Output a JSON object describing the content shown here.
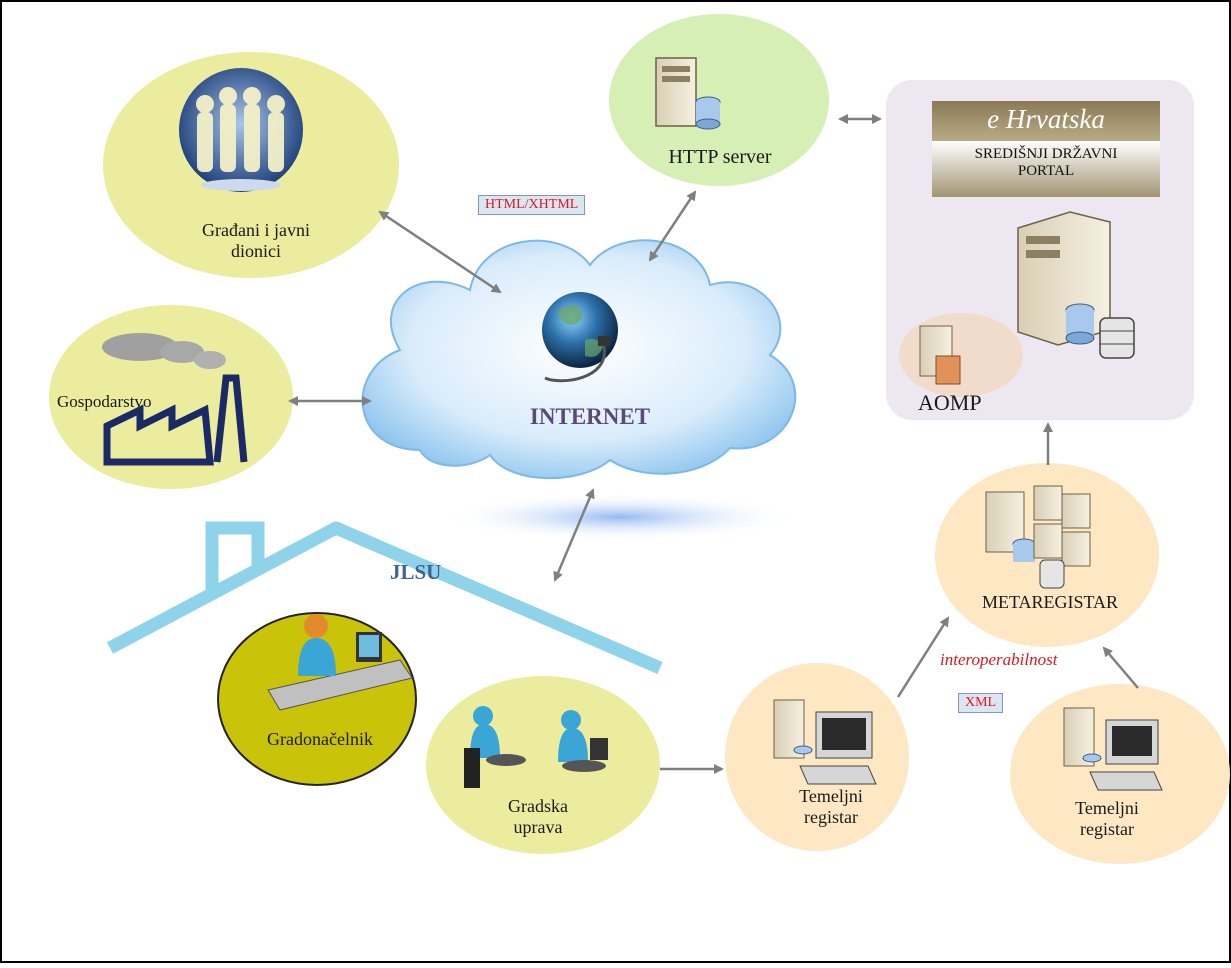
{
  "nodes": {
    "citizens": {
      "label": "Građani i javni dionici"
    },
    "economy": {
      "label": "Gospodarstvo"
    },
    "internet": {
      "label": "INTERNET"
    },
    "http": {
      "label": "HTTP server"
    },
    "portal": {
      "title": "e Hrvatska",
      "subtitle": "SREDIŠNJI DRŽAVNI PORTAL"
    },
    "aomp": {
      "label": "AOMP"
    },
    "jlsu": {
      "label": "JLSU"
    },
    "mayor": {
      "label": "Gradonačelnik"
    },
    "admin": {
      "label": "Gradska uprava"
    },
    "registry1": {
      "label": "Temeljni registar"
    },
    "registry2": {
      "label": "Temeljni registar"
    },
    "metaregistry": {
      "label": "METAREGISTAR"
    }
  },
  "tags": {
    "html": "HTML/XHTML",
    "xml": "XML",
    "interop": "interoperabilnost"
  },
  "colors": {
    "yellow_ellipse": "#ecec9e",
    "green_ellipse": "#d5efb4",
    "peach_ellipse": "#fde8c3",
    "olive_ellipse": "#c9c40a",
    "portal_panel": "#ede7f1",
    "house": "#8fd3ea",
    "arrow": "#808080",
    "tag_text": "#e0161e",
    "internet_text": "#5b4a79",
    "jlsu_text": "#3d6495"
  }
}
